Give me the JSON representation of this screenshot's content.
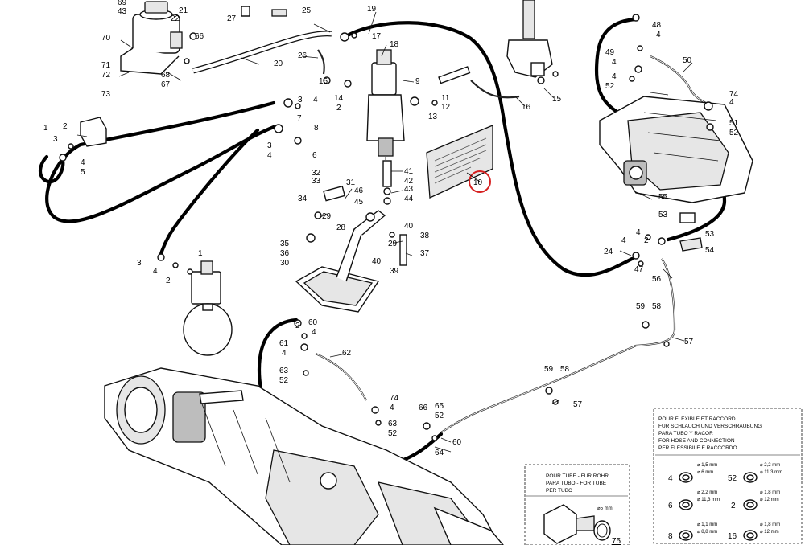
{
  "callouts": {
    "c10": "10",
    "c16": "16",
    "c17": "17",
    "c18": "18",
    "c19": "19",
    "c20": "20",
    "c21": "21",
    "c22": "22",
    "c24": "24",
    "c25": "25",
    "c26": "26",
    "c27": "27",
    "c28": "28",
    "c29": "29",
    "c30": "30",
    "c31": "31",
    "c32": "32",
    "c33": "33",
    "c34": "34",
    "c35": "35",
    "c36": "36",
    "c37": "37",
    "c38": "38",
    "c39": "39",
    "c40": "40",
    "c41": "41",
    "c42": "42",
    "c43": "43",
    "c44": "44",
    "c45": "45",
    "c46": "46",
    "c47": "47",
    "c48": "48",
    "c49": "49",
    "c50": "50",
    "c51": "51",
    "c52": "52",
    "c53": "53",
    "c54": "54",
    "c55": "55",
    "c56": "56",
    "c57": "57",
    "c58": "58",
    "c59": "59",
    "c60": "60",
    "c61": "61",
    "c62": "62",
    "c63": "63",
    "c64": "64",
    "c65": "65",
    "c66": "66",
    "c67": "67",
    "c68": "68",
    "c69": "69",
    "c70": "70",
    "c71": "71",
    "c72": "72",
    "c73": "73",
    "c74": "74",
    "c75": "75",
    "n1": "1",
    "n2": "2",
    "n3": "3",
    "n4": "4",
    "n5": "5",
    "n6": "6",
    "n7": "7",
    "n8": "8",
    "n9": "9",
    "n11": "11",
    "n12": "12",
    "n13": "13",
    "n14": "14",
    "n15": "15"
  },
  "highlight": {
    "label": "10",
    "color": "#d62020"
  },
  "legend_hose": {
    "title_lines": [
      "POUR FLEXIBLE ET RACCORD",
      "FUR SCHLAUCH UND VERSCHRAUBUNG",
      "PARA TUBO Y RACOR",
      "FOR HOSE AND CONNECTION",
      "PER FLESSIBILE E RACCORDO"
    ],
    "rows": [
      {
        "left_num": "4",
        "left_d1": "⌀ 1,5 mm",
        "left_d2": "⌀ 6 mm",
        "mid_num": "52",
        "right_d1": "⌀ 2,2 mm",
        "right_d2": "⌀ 11,3 mm"
      },
      {
        "left_num": "6",
        "left_d1": "⌀ 2,2 mm",
        "left_d2": "⌀ 11,3 mm",
        "mid_num": "2",
        "right_d1": "⌀ 1,8 mm",
        "right_d2": "⌀ 12 mm"
      },
      {
        "left_num": "8",
        "left_d1": "⌀ 1,1 mm",
        "left_d2": "⌀ 8,8 mm",
        "mid_num": "16",
        "right_d1": "⌀ 1,8 mm",
        "right_d2": "⌀ 12 mm"
      }
    ]
  },
  "legend_tube": {
    "title_lines": [
      "POUR TUBE - FUR ROHR",
      "PARA TUBO - FOR TUBE",
      "PER TUBO"
    ],
    "dim": "⌀5 mm",
    "part": "75"
  }
}
